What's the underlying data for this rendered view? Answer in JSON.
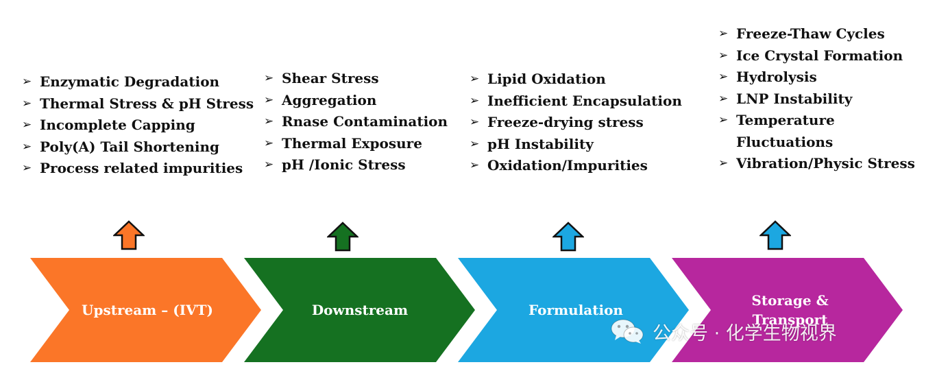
{
  "stages": [
    {
      "id": "upstream",
      "label": "Upstream – (IVT)",
      "color": "#fb7628",
      "arrow_color": "#fb7628",
      "issues": [
        "Enzymatic Degradation",
        "Thermal Stress & pH Stress",
        "Incomplete Capping",
        "Poly(A) Tail Shortening",
        "Process related impurities"
      ]
    },
    {
      "id": "downstream",
      "label": "Downstream",
      "color": "#157121",
      "arrow_color": "#157121",
      "issues": [
        "Shear Stress",
        "Aggregation",
        "Rnase Contamination",
        "Thermal Exposure",
        "pH /Ionic Stress"
      ]
    },
    {
      "id": "formulation",
      "label": "Formulation",
      "color": "#1ca7e1",
      "arrow_color": "#1ca7e1",
      "issues": [
        "Lipid Oxidation",
        "Inefficient Encapsulation",
        "Freeze-drying stress",
        "pH Instability",
        "Oxidation/Impurities"
      ]
    },
    {
      "id": "storage",
      "label_line1": "Storage &",
      "label_line2": "Transport",
      "color": "#b7279e",
      "arrow_color": "#1ca7e1",
      "issues": [
        "Freeze-Thaw Cycles",
        "Ice Crystal Formation",
        "Hydrolysis",
        "LNP Instability",
        "Temperature",
        "Vibration/Physic Stress"
      ],
      "issue_continuation": "Fluctuations"
    }
  ],
  "bullet_glyph": "➢",
  "watermark": {
    "text": "公众号 · 化学生物视界",
    "icon": "wechat-icon"
  }
}
